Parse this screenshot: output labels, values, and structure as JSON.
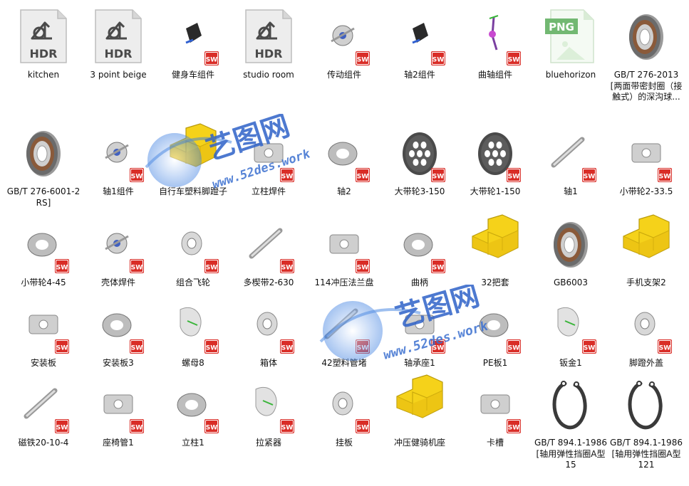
{
  "files": [
    {
      "label": "kitchen",
      "icon": "hdr-file-icon"
    },
    {
      "label": "3 point beige",
      "icon": "hdr-file-icon"
    },
    {
      "label": "健身车组件",
      "icon": "sw-assembly-icon"
    },
    {
      "label": "studio room",
      "icon": "hdr-file-icon"
    },
    {
      "label": "传动组件",
      "icon": "sw-assembly-icon"
    },
    {
      "label": "轴2组件",
      "icon": "sw-assembly-icon"
    },
    {
      "label": "曲轴组件",
      "icon": "sw-assembly-icon"
    },
    {
      "label": "bluehorizon",
      "icon": "png-file-icon"
    },
    {
      "label": "GB/T 276-2013[两面带密封圈（接触式）的深沟球...",
      "icon": "bearing-icon"
    },
    {
      "label": "GB/T 276-6001-2RS]",
      "icon": "bearing-icon"
    },
    {
      "label": "轴1组件",
      "icon": "sw-assembly-icon"
    },
    {
      "label": "自行车塑料脚蹬子",
      "icon": "sw-part-icon"
    },
    {
      "label": "立柱焊件",
      "icon": "sw-part-icon"
    },
    {
      "label": "轴2",
      "icon": "sw-part-icon"
    },
    {
      "label": "大带轮3-150",
      "icon": "pulley-icon"
    },
    {
      "label": "大带轮1-150",
      "icon": "pulley-icon"
    },
    {
      "label": "轴1",
      "icon": "sw-part-icon"
    },
    {
      "label": "小带轮2-33.5",
      "icon": "sw-part-icon"
    },
    {
      "label": "小带轮4-45",
      "icon": "sw-part-icon"
    },
    {
      "label": "壳体焊件",
      "icon": "sw-assembly-icon"
    },
    {
      "label": "组合飞轮",
      "icon": "sw-part-icon"
    },
    {
      "label": "多楔带2-630",
      "icon": "sw-part-icon"
    },
    {
      "label": "114冲压法兰盘",
      "icon": "sw-part-icon"
    },
    {
      "label": "曲柄",
      "icon": "sw-part-icon"
    },
    {
      "label": "32把套",
      "icon": "sw-part-icon"
    },
    {
      "label": "GB6003",
      "icon": "bearing-icon"
    },
    {
      "label": "手机支架2",
      "icon": "sw-part-icon"
    },
    {
      "label": "安装板",
      "icon": "sw-part-icon"
    },
    {
      "label": "安装板3",
      "icon": "sw-part-icon"
    },
    {
      "label": "螺母8",
      "icon": "sw-part-icon"
    },
    {
      "label": "箱体",
      "icon": "sw-part-icon"
    },
    {
      "label": "42塑料管堵",
      "icon": "sw-part-icon"
    },
    {
      "label": "轴承座1",
      "icon": "sw-part-icon"
    },
    {
      "label": "PE板1",
      "icon": "sw-part-icon"
    },
    {
      "label": "钣金1",
      "icon": "sw-part-icon"
    },
    {
      "label": "脚蹬外盖",
      "icon": "sw-part-icon"
    },
    {
      "label": "磁铁20-10-4",
      "icon": "sw-part-icon"
    },
    {
      "label": "座椅管1",
      "icon": "sw-part-icon"
    },
    {
      "label": "立柱1",
      "icon": "sw-part-icon"
    },
    {
      "label": "拉紧器",
      "icon": "sw-part-icon"
    },
    {
      "label": "挂板",
      "icon": "sw-part-icon"
    },
    {
      "label": "冲压健骑机座",
      "icon": "sw-part-icon"
    },
    {
      "label": "卡槽",
      "icon": "sw-part-icon"
    },
    {
      "label": "GB/T 894.1-1986[轴用弹性挡圈A型 15",
      "icon": "circlip-icon"
    },
    {
      "label": "GB/T 894.1-1986[轴用弹性挡圈A型 121",
      "icon": "circlip-icon"
    }
  ],
  "badges": {
    "hdr": "HDR",
    "png": "PNG",
    "sw": "SW"
  },
  "watermark": {
    "brand": "艺图网",
    "url": "www.52des.work"
  },
  "colors": {
    "sw_badge": "#d92d27",
    "hdr_icon": "#4a4a4a",
    "png_icon": "#72b872",
    "part_yellow": "#f5d21a"
  }
}
